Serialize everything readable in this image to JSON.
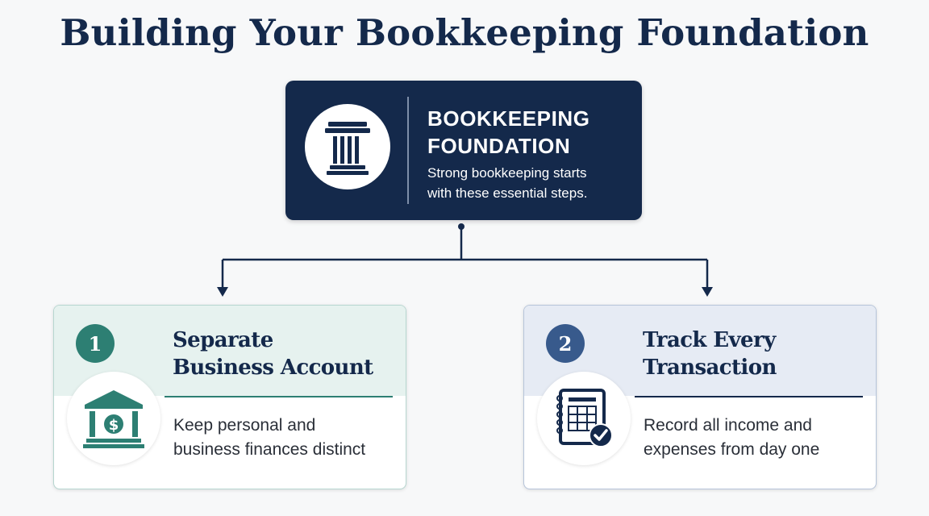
{
  "title": "Building Your Bookkeeping Foundation",
  "hero": {
    "title_lines": [
      "BOOKKEEPING",
      "FOUNDATION"
    ],
    "subtitle_lines": [
      "Strong bookkeeping starts",
      "with these essential steps."
    ],
    "icon": "pillar-icon"
  },
  "steps": [
    {
      "number": "1",
      "title_lines": [
        "Separate",
        "Business Account"
      ],
      "desc_lines": [
        "Keep personal and",
        "business finances distinct"
      ],
      "icon": "bank-icon",
      "accent": "#2d7f73"
    },
    {
      "number": "2",
      "title_lines": [
        "Track Every",
        "Transaction"
      ],
      "desc_lines": [
        "Record all income and",
        "expenses from day one"
      ],
      "icon": "ledger-check-icon",
      "accent": "#385a8c"
    }
  ],
  "colors": {
    "navy": "#14294b",
    "teal": "#2d7f73",
    "blue": "#385a8c",
    "background": "#f7f8f9"
  }
}
